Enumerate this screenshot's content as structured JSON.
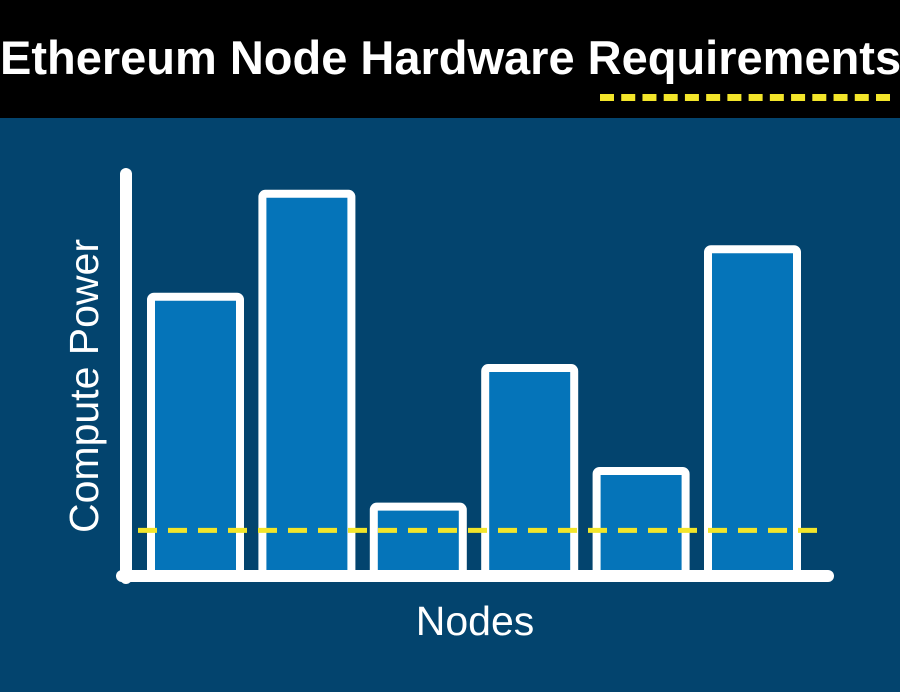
{
  "colors": {
    "background": "#03446e",
    "header": "#000000",
    "bar_fill": "#0574b9",
    "bar_stroke": "#ffffff",
    "threshold": "#f3e52a"
  },
  "header": {
    "title": "Ethereum Node Hardware Requirements"
  },
  "chart_data": {
    "type": "bar",
    "title": "Ethereum Node Hardware Requirements",
    "xlabel": "Nodes",
    "ylabel": "Compute Power",
    "categories": [
      "",
      "",
      "",
      "",
      "",
      ""
    ],
    "values": [
      69,
      95,
      16,
      51,
      25,
      81
    ],
    "threshold": 10,
    "ylim": [
      0,
      100
    ],
    "grid": false,
    "legend": "none",
    "tick_labels": false
  }
}
